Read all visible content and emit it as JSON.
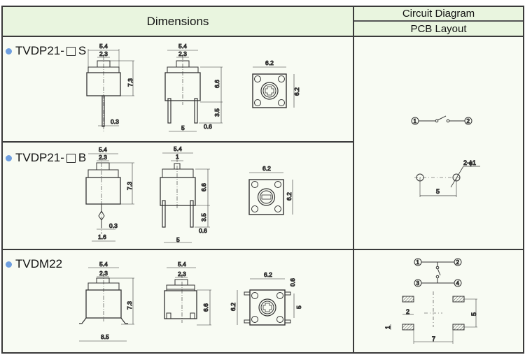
{
  "header": {
    "dimensions": "Dimensions",
    "circuit_diagram": "Circuit Diagram",
    "pcb_layout": "PCB Layout"
  },
  "colors": {
    "header_bg": "#e9f5df",
    "body_bg": "#f8fbf3",
    "bullet": "#6f9fe0",
    "border": "#3a3a3a"
  },
  "rows": [
    {
      "model_prefix": "TVDP21-",
      "model_suffix": "S",
      "side_view": {
        "width": "5.4",
        "actuator": "2.3",
        "height": "7.3",
        "lead": "0.3"
      },
      "front_view": {
        "width": "5.4",
        "actuator": "2.3",
        "height": "6.6",
        "lead_length": "3.5",
        "pitch": "5",
        "lead_width": "0.6"
      },
      "top_view": {
        "width": "6.2",
        "depth": "6.2"
      },
      "circuit": {
        "pin1": "1",
        "pin2": "2"
      },
      "pcb": {
        "holes": "2-ϕ1",
        "pitch": "5"
      }
    },
    {
      "model_prefix": "TVDP21-",
      "model_suffix": "B",
      "side_view": {
        "width": "5.4",
        "actuator": "2.3",
        "height": "7.3",
        "lead": "0.3",
        "lead_span": "1.6"
      },
      "front_view": {
        "width": "5.4",
        "actuator": "1",
        "height": "6.6",
        "lead_length": "3.5",
        "pitch": "5",
        "lead_width": "0.6"
      },
      "top_view": {
        "width": "6.2",
        "depth": "6.2"
      }
    },
    {
      "model_prefix": "TVDM22",
      "model_suffix": "",
      "side_view": {
        "width": "5.4",
        "actuator": "2.3",
        "height": "7.3",
        "foot_span": "8.5"
      },
      "front_view": {
        "width": "5.4",
        "actuator": "2.3",
        "height": "6.6"
      },
      "top_view": {
        "width": "6.2",
        "depth": "6.2",
        "pad_offset": "0.6",
        "pad_pitch": "5"
      },
      "circuit": {
        "pin1": "1",
        "pin2": "2",
        "pin3": "3",
        "pin4": "4"
      },
      "pcb": {
        "pad_width": "2",
        "pad_height": "1",
        "pitch_x": "7",
        "pitch_y": "5"
      }
    }
  ]
}
